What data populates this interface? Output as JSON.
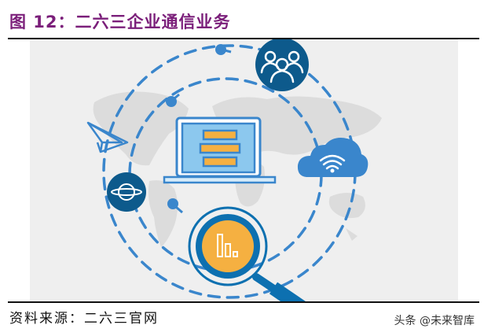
{
  "figure": {
    "label": "图 12：",
    "number": "12",
    "title": "二六三企业通信业务",
    "full_title": "图 12：二六三企业通信业务"
  },
  "illustration": {
    "description": "Enterprise communication concept illustration over a world map",
    "elements": [
      {
        "name": "laptop-icon",
        "detail": "laptop screen with three stacked orange bars"
      },
      {
        "name": "people-group-icon",
        "detail": "three user outlines in dark blue circle"
      },
      {
        "name": "cloud-wifi-icon",
        "detail": "blue cloud with wifi symbol"
      },
      {
        "name": "paper-plane-icon",
        "detail": "outlined paper plane"
      },
      {
        "name": "planet-icon",
        "detail": "ringed planet in dark blue circle"
      },
      {
        "name": "magnifier-chart-icon",
        "detail": "magnifying glass with orange bar chart"
      }
    ],
    "colors": {
      "background": "#efefef",
      "map": "#dcdcdc",
      "dark_blue": "#0d5a8c",
      "mid_blue": "#3a86cc",
      "light_blue": "#8cc8ee",
      "orange": "#f5b041",
      "title_purple": "#7b1f7a"
    }
  },
  "footer": {
    "source": "资料来源：二六三官网",
    "watermark": "头条 @未来智库"
  }
}
